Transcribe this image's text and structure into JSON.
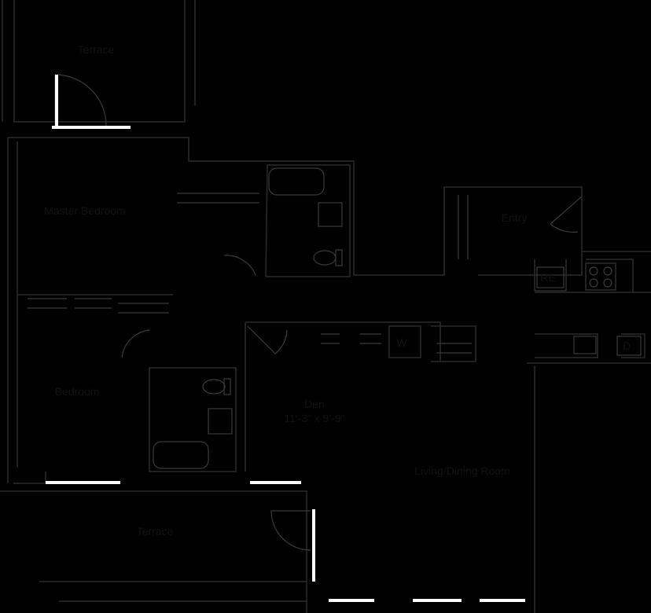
{
  "rooms": {
    "terrace_top": "Terrace",
    "master_bedroom": "Master Bedroom",
    "bedroom": "Bedroom",
    "den_name": "Den",
    "den_dims": "11'-3\" x 9'-9\"",
    "entry": "Entry",
    "living_dining": "Living/Dining Room",
    "terrace_bottom": "Terrace"
  },
  "appliances": {
    "refrigerator": "RE",
    "washer": "W",
    "dishwasher": "D"
  },
  "colors": {
    "background": "#000000",
    "label": "#111111",
    "window_marker": "#ffffff"
  }
}
